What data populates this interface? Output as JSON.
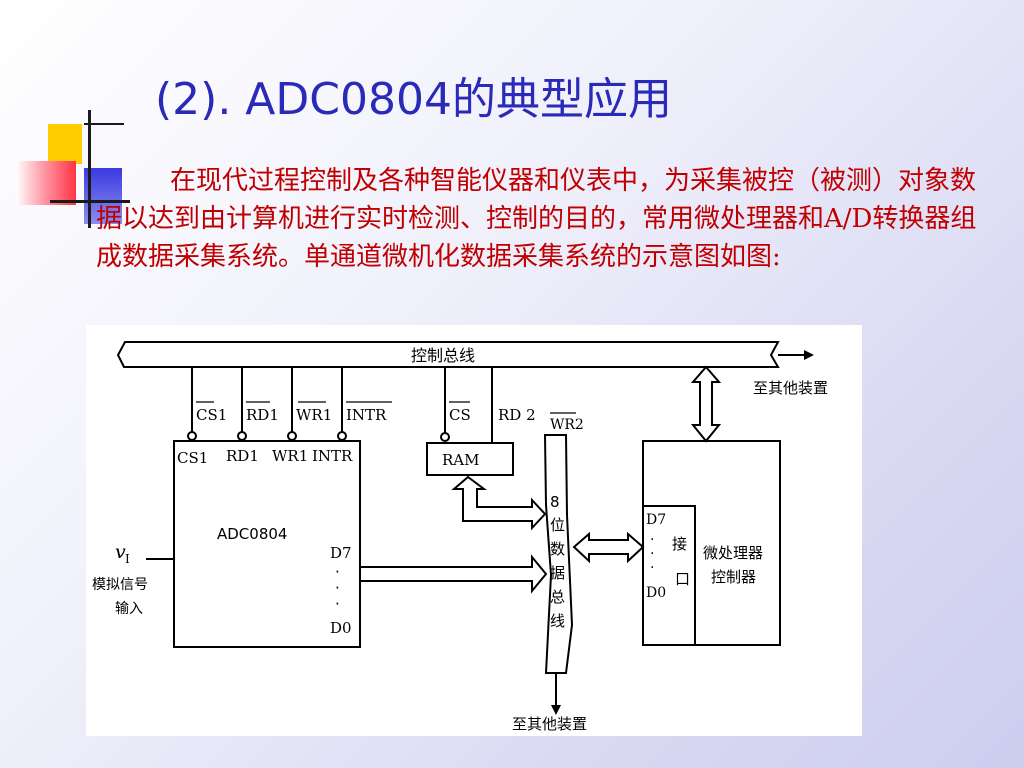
{
  "title": "(2). ADC0804的典型应用",
  "body_text": "在现代过程控制及各种智能仪器和仪表中，为采集被控（被测）对象数据以达到由计算机进行实时检测、控制的目的，常用微处理器和A/D转换器组成数据采集系统。单通道微机化数据采集系统的示意图如图:",
  "diagram": {
    "control_bus": "控制总线",
    "to_other_devices_top": "至其他装置",
    "to_other_devices_bottom": "至其他装置",
    "adc": {
      "name": "ADC0804",
      "pins": [
        "CS1",
        "RD1",
        "WR1",
        "INTR"
      ],
      "signals": [
        "CS1",
        "RD1",
        "WR1",
        "INTR"
      ],
      "data_high": "D7",
      "data_low": "D0",
      "dots": "·"
    },
    "ram": {
      "name": "RAM",
      "signals": [
        "CS",
        "RD 2",
        "WR2"
      ]
    },
    "input": {
      "symbol": "v",
      "subscript": "I",
      "label_line1": "模拟信号",
      "label_line2": "输入"
    },
    "data_bus": [
      "8",
      "位",
      "数",
      "据",
      "总",
      "线"
    ],
    "interface": {
      "data_high": "D7",
      "data_low": "D0",
      "label": [
        "接",
        "口"
      ]
    },
    "cpu": {
      "line1": "微处理器",
      "line2": "控制器"
    }
  }
}
